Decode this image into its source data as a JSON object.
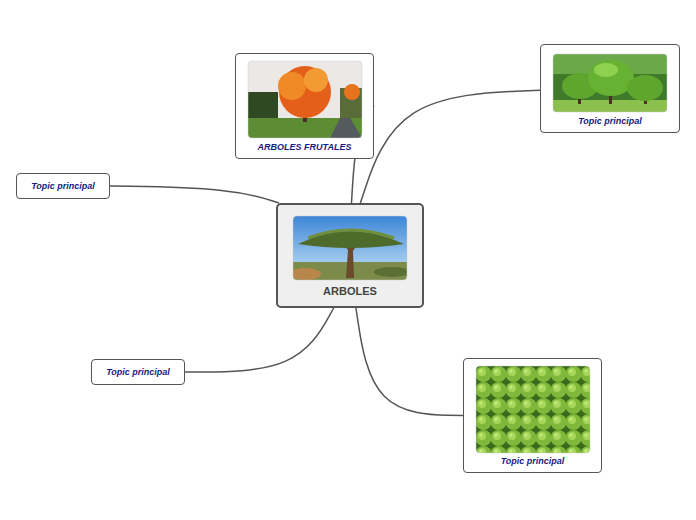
{
  "diagram": {
    "nodes": [
      {
        "text": [
          "ARBOLES"
        ]
      },
      {
        "text": [
          "ARBOLES FRUTALES"
        ]
      },
      {
        "text": [
          "Topic principal"
        ]
      },
      {
        "text": [
          "Topic principal"
        ]
      },
      {
        "text": [
          "Topic principal"
        ]
      },
      {
        "text": [
          "Topic principal"
        ]
      }
    ],
    "edges": [
      {
        "from": 0,
        "to": 1,
        "arrow": "none"
      },
      {
        "from": 0,
        "to": 2,
        "arrow": "none"
      },
      {
        "from": 0,
        "to": 3,
        "arrow": "none"
      },
      {
        "from": 0,
        "to": 4,
        "arrow": "none"
      },
      {
        "from": 0,
        "to": 5,
        "arrow": "none"
      }
    ]
  }
}
